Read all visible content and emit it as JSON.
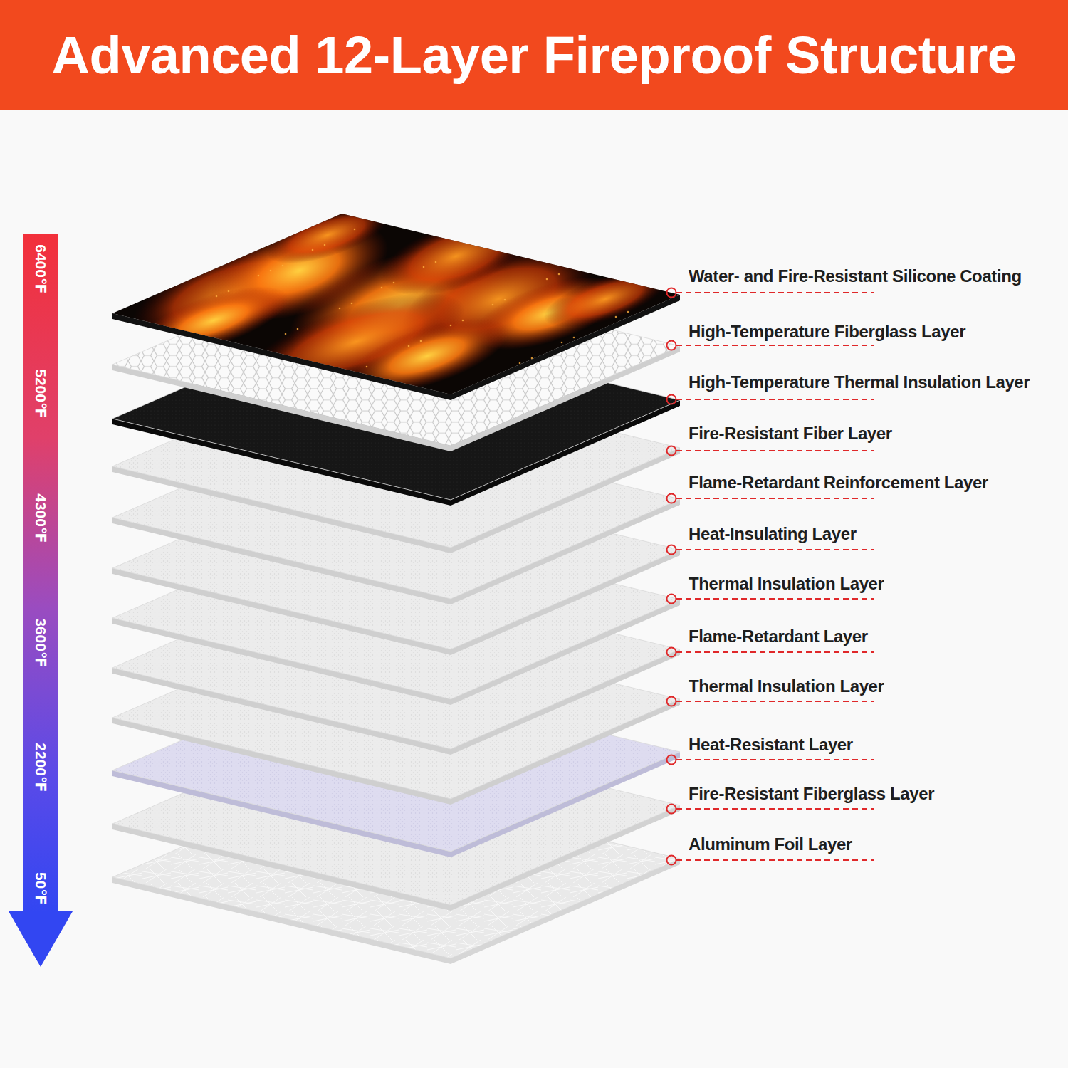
{
  "diagram": {
    "title": "Advanced 12-Layer Fireproof Structure",
    "labels": [
      "Water- and Fire-Resistant Silicone Coating",
      "High-Temperature Fiberglass Layer",
      "High-Temperature Thermal Insulation Layer",
      "Fire-Resistant Fiber Layer",
      "Flame-Retardant Reinforcement Layer",
      "Heat-Insulating Layer",
      "Thermal Insulation Layer",
      "Flame-Retardant Layer",
      "Thermal Insulation Layer",
      "Heat-Resistant Layer",
      "Fire-Resistant Fiberglass Layer",
      "Aluminum Foil Layer",
      "6400℉",
      "5200℉",
      "4300℉",
      "3600℉",
      "2200℉",
      "50℉"
    ]
  }
}
